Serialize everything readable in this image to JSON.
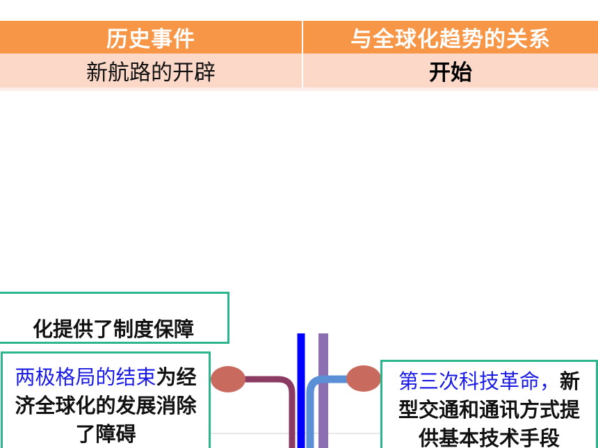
{
  "table": {
    "headers": [
      "历史事件",
      "与全球化趋势的关系"
    ],
    "rows": [
      [
        "新航路的开辟",
        "开始"
      ]
    ]
  },
  "diagram": {
    "left_box": {
      "highlight": "两极格局的结束",
      "rest_line1": "为经",
      "line2": "济全球化的发展消除",
      "line3": "了障碍"
    },
    "right_box": {
      "highlight": "第三次科技革命，",
      "rest_line1": "新",
      "line2": "型交通和通讯方式提",
      "line3": "供基本技术手段"
    },
    "top_partial_box": {
      "text": "化提供了制度保障"
    },
    "colors": {
      "header_bg": "#f79646",
      "row_bg": "#fbd8c8",
      "box_border": "#2bb58c",
      "node": "#c96a5e",
      "left_connector": "#8b3a62",
      "right_connector": "#5b8fd6",
      "blue_trunk": "#0000ff",
      "purple_trunk": "#8c6fb0",
      "highlight_text": "#1a1ae6"
    }
  }
}
